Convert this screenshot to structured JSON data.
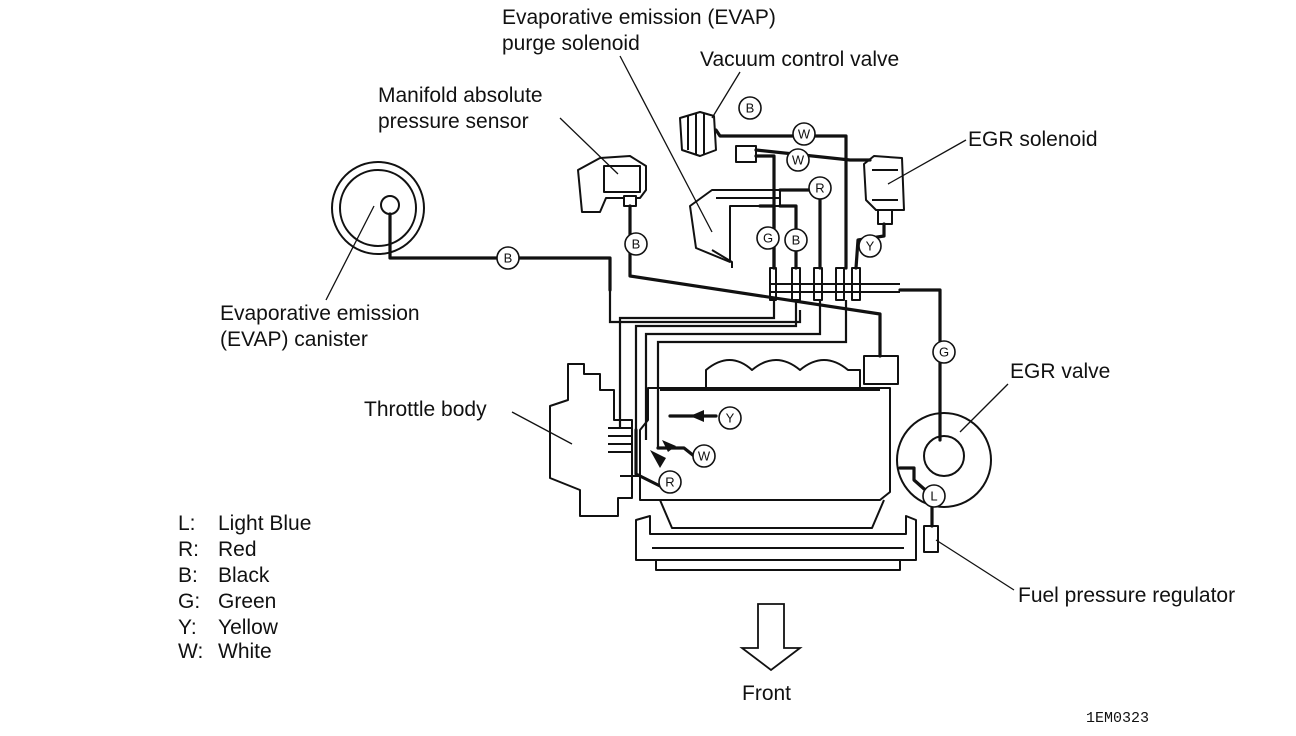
{
  "labels": {
    "evap_purge_line1": "Evaporative emission (EVAP)",
    "evap_purge_line2": "purge solenoid",
    "vacuum_control_valve": "Vacuum control valve",
    "map_sensor_line1": "Manifold absolute",
    "map_sensor_line2": "pressure sensor",
    "egr_solenoid": "EGR solenoid",
    "evap_canister_line1": "Evaporative emission",
    "evap_canister_line2": "(EVAP) canister",
    "egr_valve": "EGR valve",
    "throttle_body": "Throttle body",
    "fuel_pressure_regulator": "Fuel pressure regulator",
    "front": "Front",
    "figure_code": "1EM0323"
  },
  "legend": [
    {
      "key": "L:",
      "value": "Light Blue"
    },
    {
      "key": "R:",
      "value": "Red"
    },
    {
      "key": "B:",
      "value": "Black"
    },
    {
      "key": "G:",
      "value": "Green"
    },
    {
      "key": "Y:",
      "value": "Yellow"
    },
    {
      "key": "W:",
      "value": "White"
    }
  ],
  "hose_tags": {
    "canister_line": "B",
    "map_line": "B",
    "vcv_top": "B",
    "vcv_w1": "W",
    "vcv_w2": "W",
    "purge_r": "R",
    "purge_g": "G",
    "purge_b": "B",
    "egr_y": "Y",
    "egr_valve_g": "G",
    "throttle_y": "Y",
    "throttle_w": "W",
    "throttle_r": "R",
    "fpr_l": "L"
  }
}
